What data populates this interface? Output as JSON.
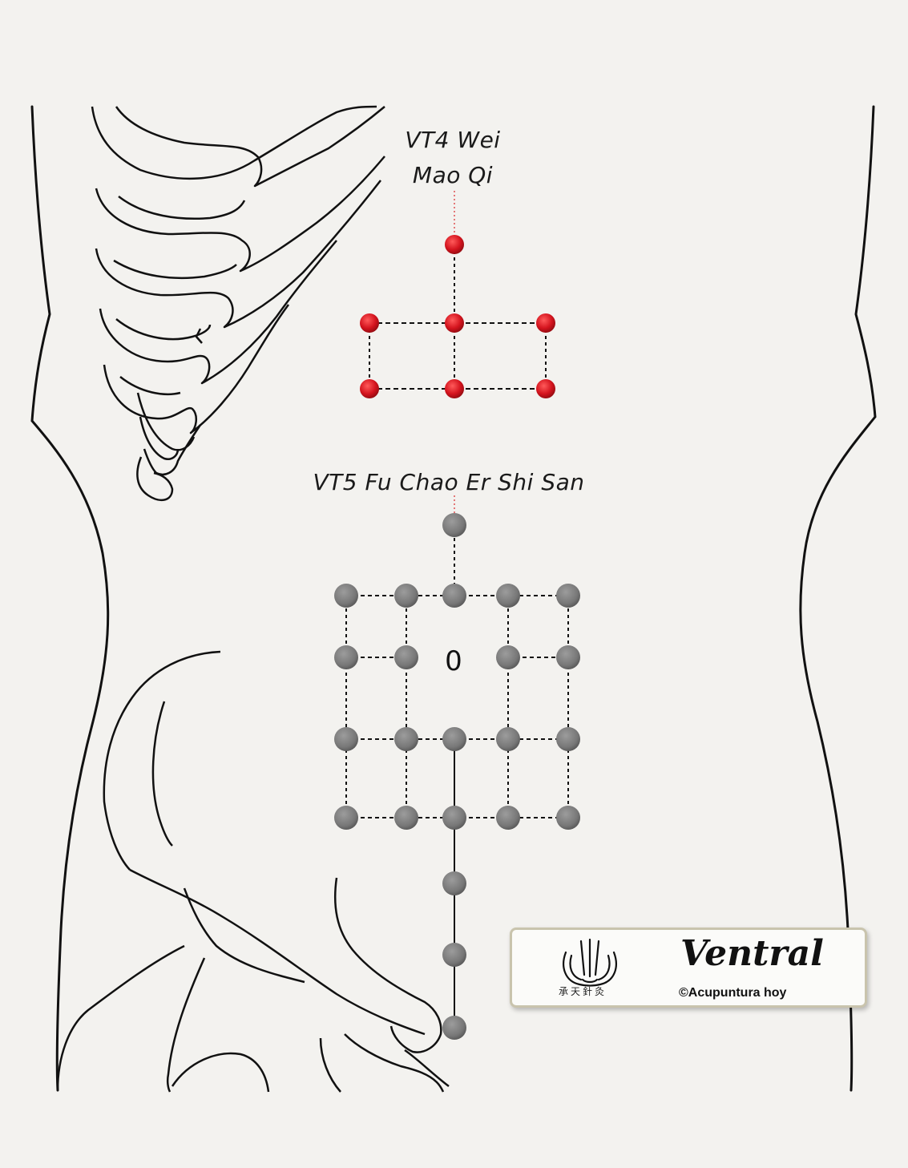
{
  "labels": {
    "vt4_line1": "VT4 Wei",
    "vt4_line2": "Mao Qi",
    "vt5": "VT5 Fu Chao Er Shi San",
    "center_marker": "0"
  },
  "legend": {
    "title": "Ventral",
    "copyright": "©Acupuntura hoy",
    "logo_text": "承天針灸"
  },
  "colors": {
    "vt4_points": "#d4141e",
    "vt5_points": "#7a7a7a",
    "outline": "#111111",
    "background": "#f3f2ef"
  }
}
